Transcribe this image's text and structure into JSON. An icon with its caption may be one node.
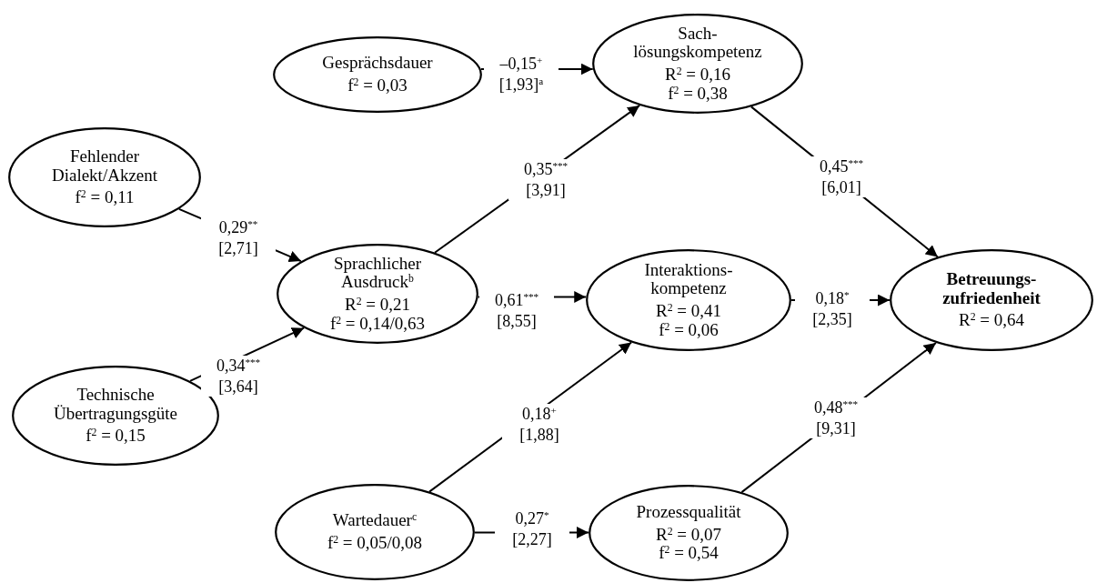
{
  "diagram": {
    "nodes": [
      {
        "text": [
          "Gesprächsdauer",
          "f$^{2}$ = 0,03"
        ]
      },
      {
        "text": [
          "Sach- lösungskompetenz",
          "R$^{2}$ = 0,16",
          "f$^{2}$ = 0,38"
        ]
      },
      {
        "text": [
          "Fehlender Dialekt/Akzent",
          "f$^{2}$ = 0,11"
        ]
      },
      {
        "text": [
          "Sprachlicher Ausdruck$^{b}$",
          "R$^{2}$ = 0,21",
          "f$^{2}$ = 0,14/0,63"
        ]
      },
      {
        "text": [
          "Interaktions- kompetenz",
          "R$^{2}$ = 0,41",
          "f$^{2}$ = 0,06"
        ]
      },
      {
        "text": [
          "Betreuungs- zufriedenheit",
          "R$^{2}$ = 0,64"
        ]
      },
      {
        "text": [
          "Technische Übertragungsgüte",
          "f$^{2}$ = 0,15"
        ]
      },
      {
        "text": [
          "Wartedauer$^{c}$",
          "f$^{2}$ = 0,05/0,08"
        ]
      },
      {
        "text": [
          "Prozessqualität",
          "R$^{2}$ = 0,07",
          "f$^{2}$ = 0,54"
        ]
      }
    ],
    "edges": [
      {
        "from": 0,
        "to": 1,
        "arrow": "to",
        "label": "–0,15$^{+}$ [1,93]$^{a}$"
      },
      {
        "from": 2,
        "to": 3,
        "arrow": "to",
        "label": "0,29$^{**}$ [2,71]"
      },
      {
        "from": 6,
        "to": 3,
        "arrow": "to",
        "label": "0,34$^{***}$ [3,64]"
      },
      {
        "from": 3,
        "to": 1,
        "arrow": "to",
        "label": "0,35$^{***}$ [3,91]"
      },
      {
        "from": 3,
        "to": 4,
        "arrow": "to",
        "label": "0,61$^{***}$ [8,55]"
      },
      {
        "from": 1,
        "to": 5,
        "arrow": "to",
        "label": "0,45$^{***}$ [6,01]"
      },
      {
        "from": 4,
        "to": 5,
        "arrow": "to",
        "label": "0,18$^{*}$ [2,35]"
      },
      {
        "from": 7,
        "to": 4,
        "arrow": "to",
        "label": "0,18$^{+}$ [1,88]"
      },
      {
        "from": 7,
        "to": 8,
        "arrow": "to",
        "label": "0,27$^{*}$ [2,27]"
      },
      {
        "from": 8,
        "to": 5,
        "arrow": "to",
        "label": "0,48$^{***}$ [9,31]"
      }
    ]
  }
}
